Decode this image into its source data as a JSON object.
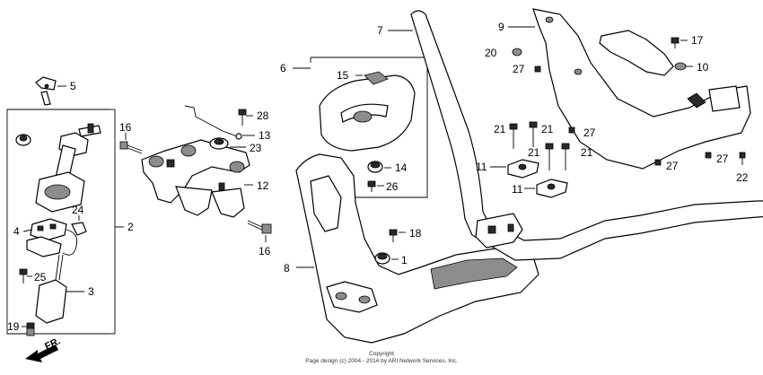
{
  "diagram": {
    "callouts": {
      "p1": "1",
      "p2": "2",
      "p3": "3",
      "p4": "4",
      "p5": "5",
      "p6": "6",
      "p7": "7",
      "p8": "8",
      "p9": "9",
      "p10": "10",
      "p11a": "11",
      "p11b": "11",
      "p12": "12",
      "p13": "13",
      "p14": "14",
      "p15": "15",
      "p16a": "16",
      "p16b": "16",
      "p17": "17",
      "p18": "18",
      "p19": "19",
      "p20": "20",
      "p21a": "21",
      "p21b": "21",
      "p21c": "21",
      "p21d": "21",
      "p22": "22",
      "p23": "23",
      "p24": "24",
      "p25": "25",
      "p26": "26",
      "p27a": "27",
      "p27b": "27",
      "p27c": "27",
      "p27d": "27",
      "p28": "28"
    },
    "direction_label": "FR.",
    "footer": {
      "line1": "Copyright",
      "line2": "Page design (c) 2004 - 2014 by ARI Network Services, Inc."
    }
  }
}
